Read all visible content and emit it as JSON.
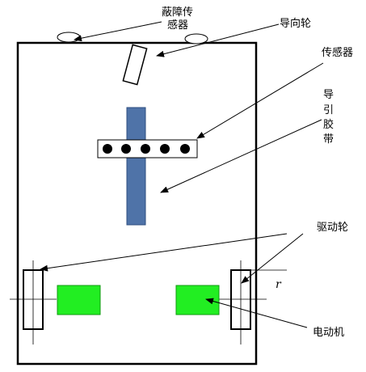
{
  "labels": {
    "obstacle_sensor_line1": "蔽障传",
    "obstacle_sensor_line2": "感器",
    "guide_wheel": "导向轮",
    "sensor": "传感器",
    "guide_tape_chars": [
      "导",
      "引",
      "胶",
      "带"
    ],
    "drive_wheel": "驱动轮",
    "radius": "r",
    "motor": "电动机"
  },
  "colors": {
    "outline": "#000000",
    "guide_tape_fill": "#4F73A8",
    "motor_fill": "#22EE22",
    "background": "#FFFFFF"
  }
}
